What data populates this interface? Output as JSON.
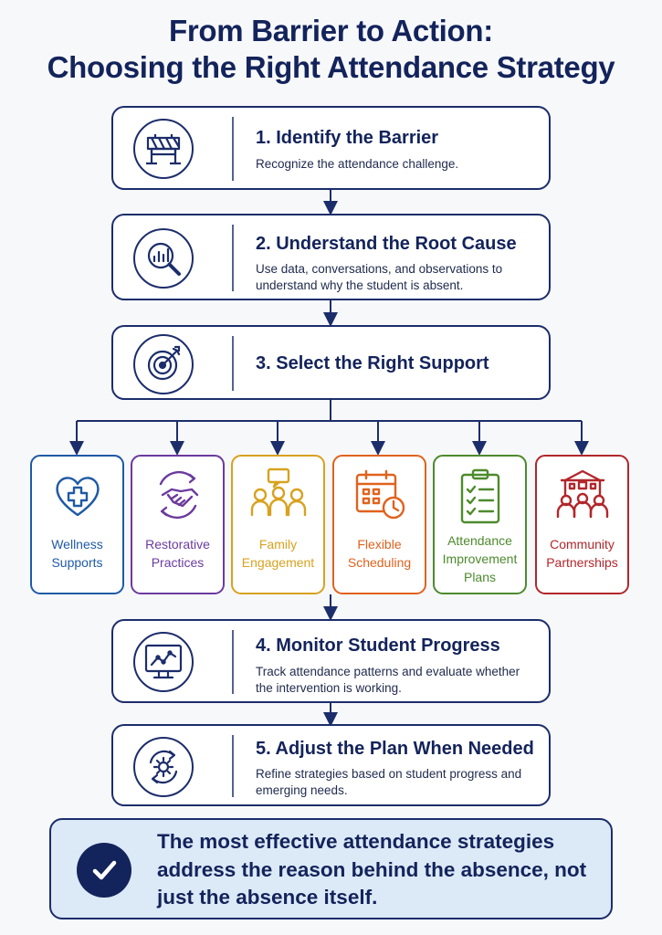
{
  "title_line1": "From Barrier to Action:",
  "title_line2": "Choosing the Right Attendance Strategy",
  "steps": [
    {
      "title": "1. Identify the Barrier",
      "desc": "Recognize the attendance challenge.",
      "icon": "barrier-icon"
    },
    {
      "title": "2. Understand the Root Cause",
      "desc": "Use data, conversations, and observations to understand why the student is absent.",
      "icon": "data-magnifier-icon"
    },
    {
      "title": "3. Select the Right Support",
      "desc": "",
      "icon": "target-icon"
    },
    {
      "title": "4. Monitor Student Progress",
      "desc": "Track attendance patterns and evaluate whether the intervention is working.",
      "icon": "monitor-chart-icon"
    },
    {
      "title": "5. Adjust the Plan When Needed",
      "desc": "Refine strategies based on student progress and emerging needs.",
      "icon": "cycle-gear-icon"
    }
  ],
  "supports": [
    {
      "label": "Wellness Supports",
      "color": "#1f5aa6",
      "icon": "heart-cross-icon"
    },
    {
      "label": "Restorative Practices",
      "color": "#6b3a9e",
      "icon": "handshake-icon"
    },
    {
      "label": "Family Engagement",
      "color": "#d8a21f",
      "icon": "family-icon"
    },
    {
      "label": "Flexible Scheduling",
      "color": "#e0621e",
      "icon": "calendar-clock-icon"
    },
    {
      "label": "Attendance Improvement Plans",
      "color": "#4d8a2c",
      "icon": "clipboard-checklist-icon"
    },
    {
      "label": "Community Partnerships",
      "color": "#b2272b",
      "icon": "community-building-icon"
    }
  ],
  "callout": {
    "text": "The most effective attendance strategies address the reason behind the absence, not just the absence itself.",
    "icon": "checkmark-icon"
  },
  "colors": {
    "navy": "#13235b",
    "callout_bg": "#dce9f7"
  }
}
